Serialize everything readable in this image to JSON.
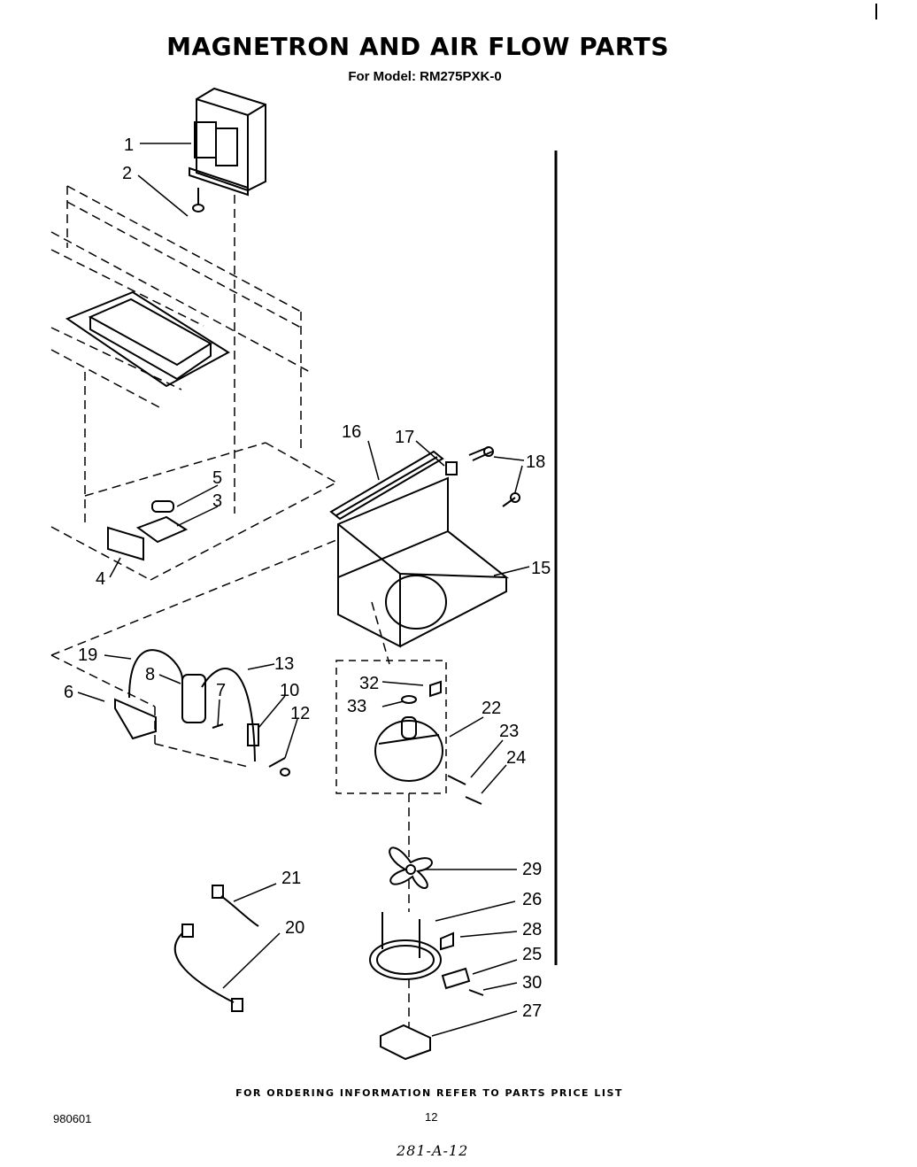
{
  "title": "MAGNETRON AND AIR FLOW PARTS",
  "subtitle": "For Model: RM275PXK-0",
  "callouts": [
    "1",
    "2",
    "3",
    "4",
    "5",
    "6",
    "7",
    "8",
    "10",
    "12",
    "13",
    "15",
    "16",
    "17",
    "18",
    "19",
    "20",
    "21",
    "22",
    "23",
    "24",
    "25",
    "26",
    "27",
    "28",
    "29",
    "30",
    "32",
    "33"
  ],
  "footer": "FOR ORDERING INFORMATION REFER TO PARTS PRICE LIST",
  "doc_number": "980601",
  "page_number": "12",
  "handwritten_code": "281-A-12"
}
